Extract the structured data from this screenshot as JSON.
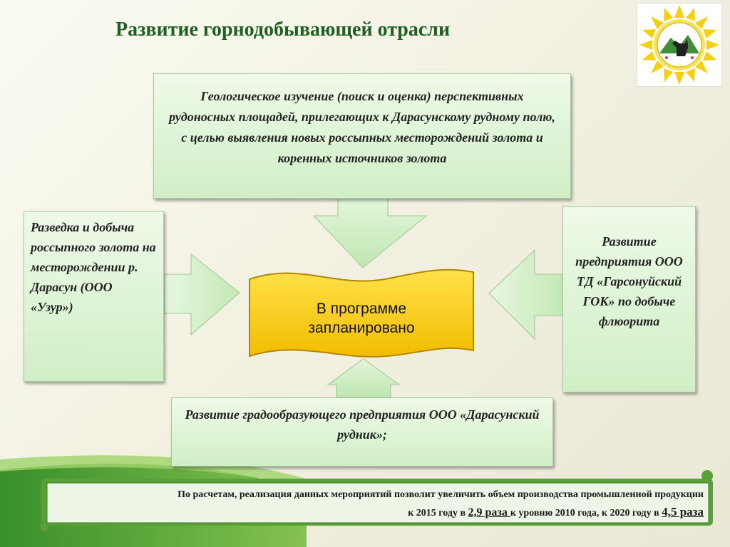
{
  "title": "Развитие горнодобывающей отрасли",
  "diagram": {
    "center": {
      "line1": "В программе",
      "line2": "запланировано"
    },
    "top": {
      "text": "Геологическое изучение (поиск и оценка) перспективных рудоносных площадей, прилегающих к Дарасунскому рудному полю, с целью выявления новых россыпных месторождений золота и коренных источников золота"
    },
    "left": {
      "text": "Разведка и добыча россыпного золота на месторождении р. Дарасун (ООО «Узур»)"
    },
    "right": {
      "text": "Развитие предприятия ООО ТД «Гарсонуйский ГОК» по добыче флюорита"
    },
    "bottom": {
      "text": "Развитие градообразующего предприятия ООО «Дарасунский рудник»;"
    }
  },
  "note": {
    "line1": "По расчетам, реализация данных мероприятий позволит увеличить объем производства промышленной продукции",
    "line2_part1": "к 2015 году в ",
    "highlight1": "2,9 раза ",
    "line2_part2": "к уровню 2010 года, к 2020 году в ",
    "highlight2": "4,5 раза"
  },
  "logo": {
    "icon": "sun-deer-emblem-icon"
  },
  "colors": {
    "title": "#1f5f22",
    "box_fill": "#d8f2cf",
    "arrow_fill": "#c9ebbd",
    "banner_fill": "#f6c800",
    "note_fill": "#4f9a33",
    "note_inner": "#eef6e6"
  }
}
